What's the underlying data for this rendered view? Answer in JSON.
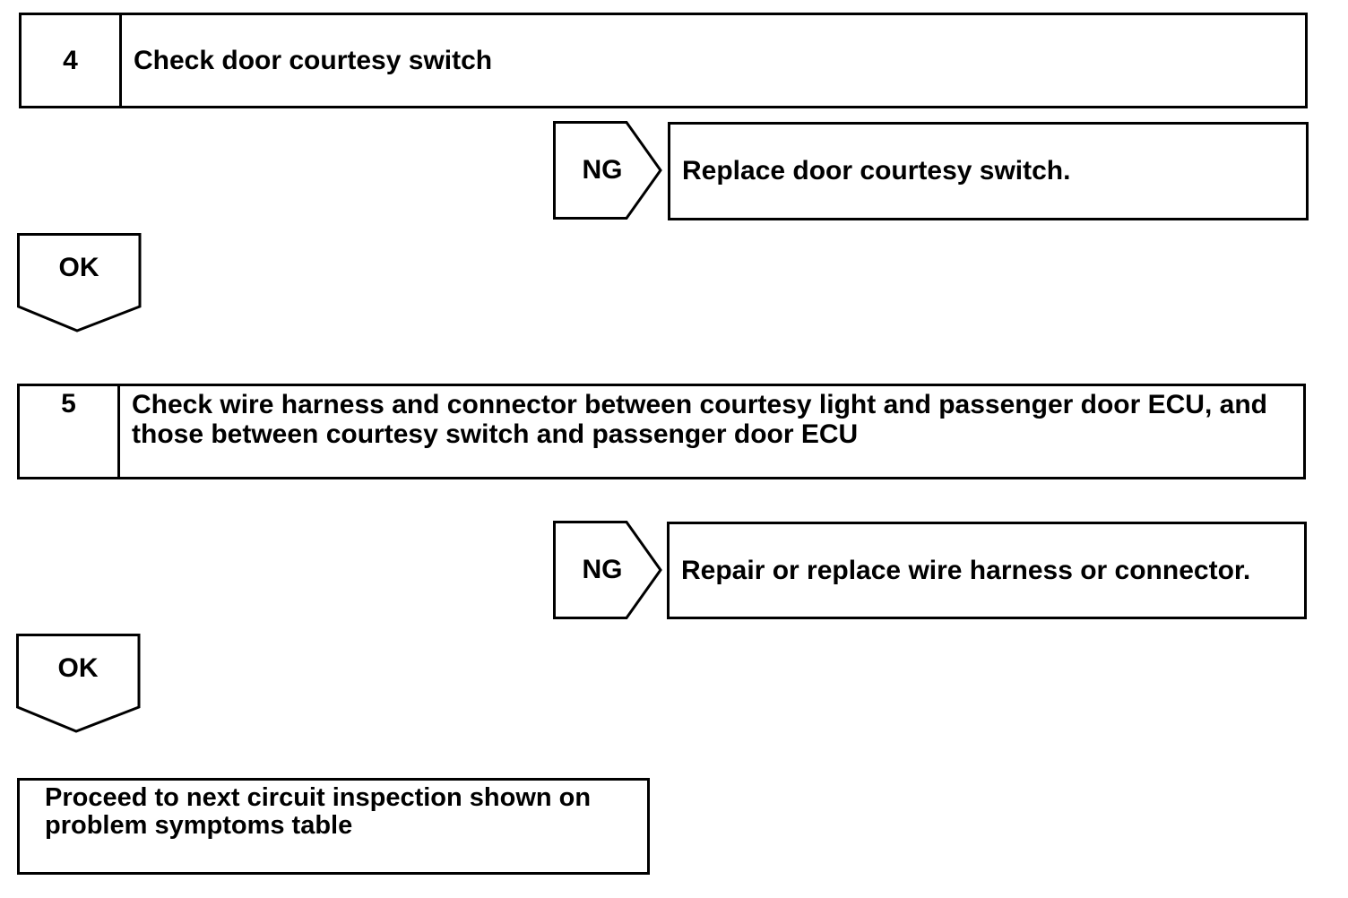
{
  "steps": [
    {
      "number": "4",
      "text": "Check door courtesy switch",
      "ng_label": "NG",
      "ng_action": "Replace door courtesy switch.",
      "ok_label": "OK"
    },
    {
      "number": "5",
      "text": "Check wire harness and connector between courtesy light and passenger door ECU, and those between courtesy switch and passenger door ECU",
      "ng_label": "NG",
      "ng_action": "Repair or replace wire harness or connector.",
      "ok_label": "OK"
    }
  ],
  "final": {
    "text": "Proceed to next circuit inspection shown on problem symptoms table"
  }
}
